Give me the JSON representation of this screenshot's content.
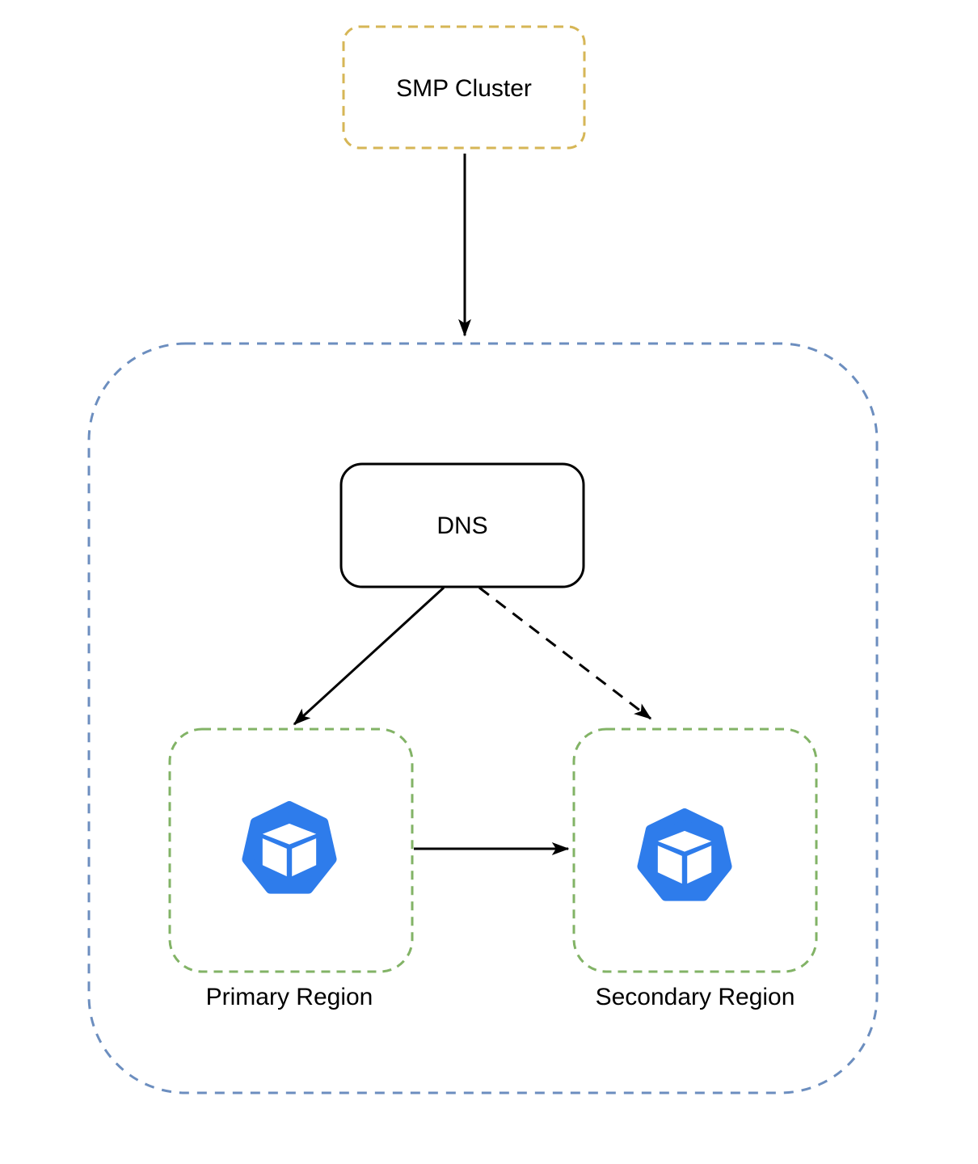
{
  "diagram": {
    "type": "architecture-flow",
    "edge_color": "#000000",
    "icon_color": "#2E7CEB",
    "nodes": {
      "smp_cluster": {
        "label": "SMP Cluster",
        "border_color": "#D6B656",
        "border_style": "dashed"
      },
      "regions_container": {
        "border_color": "#6C8EBF",
        "border_style": "dashed"
      },
      "dns": {
        "label": "DNS",
        "border_color": "#000000",
        "border_style": "solid"
      },
      "primary_region": {
        "label": "Primary Region",
        "border_color": "#82B366",
        "border_style": "dashed",
        "icon": "cube-heptagon-icon"
      },
      "secondary_region": {
        "label": "Secondary Region",
        "border_color": "#82B366",
        "border_style": "dashed",
        "icon": "cube-heptagon-icon"
      }
    },
    "edges": [
      {
        "from": "smp_cluster",
        "to": "regions_container",
        "style": "solid",
        "arrow": "filled"
      },
      {
        "from": "dns",
        "to": "primary_region",
        "style": "solid",
        "arrow": "filled"
      },
      {
        "from": "dns",
        "to": "secondary_region",
        "style": "dashed",
        "arrow": "filled"
      },
      {
        "from": "primary_region",
        "to": "secondary_region",
        "style": "solid",
        "arrow": "filled"
      }
    ]
  }
}
